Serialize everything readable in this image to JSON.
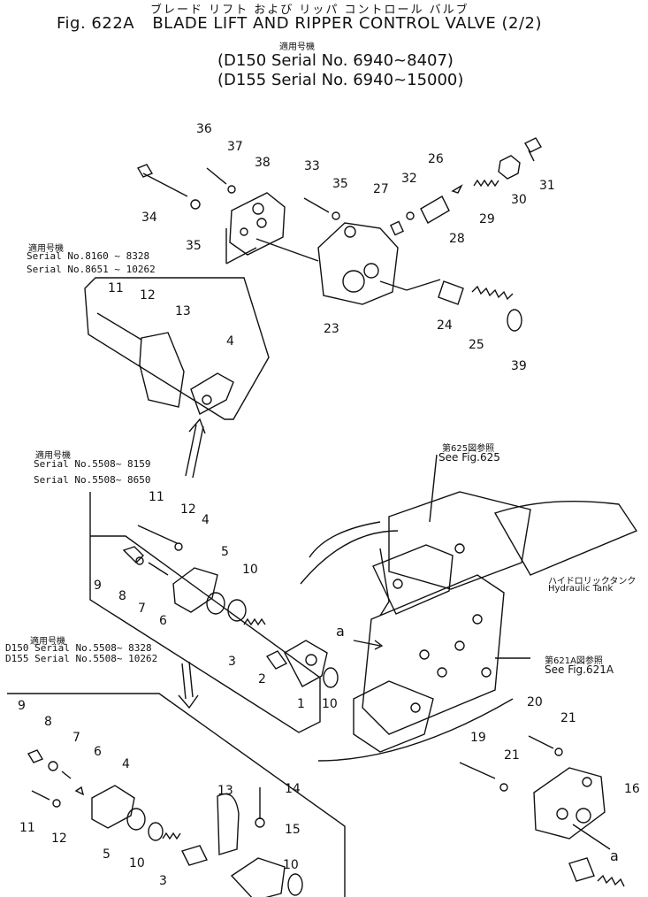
{
  "header": {
    "jp_title": "ブレード リフト および リッパ コントロール バルブ",
    "fig_no": "Fig. 622A",
    "title": "BLADE LIFT AND RIPPER CONTROL VALVE (2/2)",
    "applicable_jp": "適用号機",
    "serial_line_1": "(D150 Serial No. 6940~8407)",
    "serial_line_2": "(D155 Serial No. 6940~15000)"
  },
  "notes": {
    "box1_jp": "適用号機",
    "box1_line1": "Serial No.8160 ~ 8328",
    "box1_line2": "Serial No.8651 ~ 10262",
    "box2_jp": "適用号機",
    "box2_line1": "Serial No.5508~ 8159",
    "box2_line2": "Serial No.5508~ 8650",
    "box3_jp": "適用号機",
    "box3_line1": "D150 Serial No.5508~ 8328",
    "box3_line2": "D155 Serial No.5508~ 10262",
    "see625_jp": "第625図参照",
    "see625": "See Fig.625",
    "see621_jp": "第621A図参照",
    "see621": "See Fig.621A",
    "tank_jp": "ハイドロリックタンク",
    "tank": "Hydraulic Tank",
    "ref_a1": "a",
    "ref_a2": "a"
  },
  "callouts": {
    "c36": "36",
    "c37": "37",
    "c38": "38",
    "c33": "33",
    "c35a": "35",
    "c27": "27",
    "c32": "32",
    "c26": "26",
    "c29": "29",
    "c30": "30",
    "c31": "31",
    "c28": "28",
    "c34": "34",
    "c35b": "35",
    "c23": "23",
    "c24": "24",
    "c25": "25",
    "c39": "39",
    "b11": "11",
    "b12": "12",
    "b13": "13",
    "b4": "4",
    "m11": "11",
    "m12": "12",
    "m4": "4",
    "m5": "5",
    "m10a": "10",
    "m9": "9",
    "m8": "8",
    "m7": "7",
    "m6": "6",
    "m3": "3",
    "m2": "2",
    "m1": "1",
    "m10b": "10",
    "l9": "9",
    "l8": "8",
    "l7": "7",
    "l6": "6",
    "l4": "4",
    "l11": "11",
    "l12": "12",
    "l5": "5",
    "l10a": "10",
    "l3": "3",
    "l13": "13",
    "l14": "14",
    "l15": "15",
    "l10b": "10",
    "r20": "20",
    "r21a": "21",
    "r19": "19",
    "r21b": "21",
    "r16": "16"
  }
}
